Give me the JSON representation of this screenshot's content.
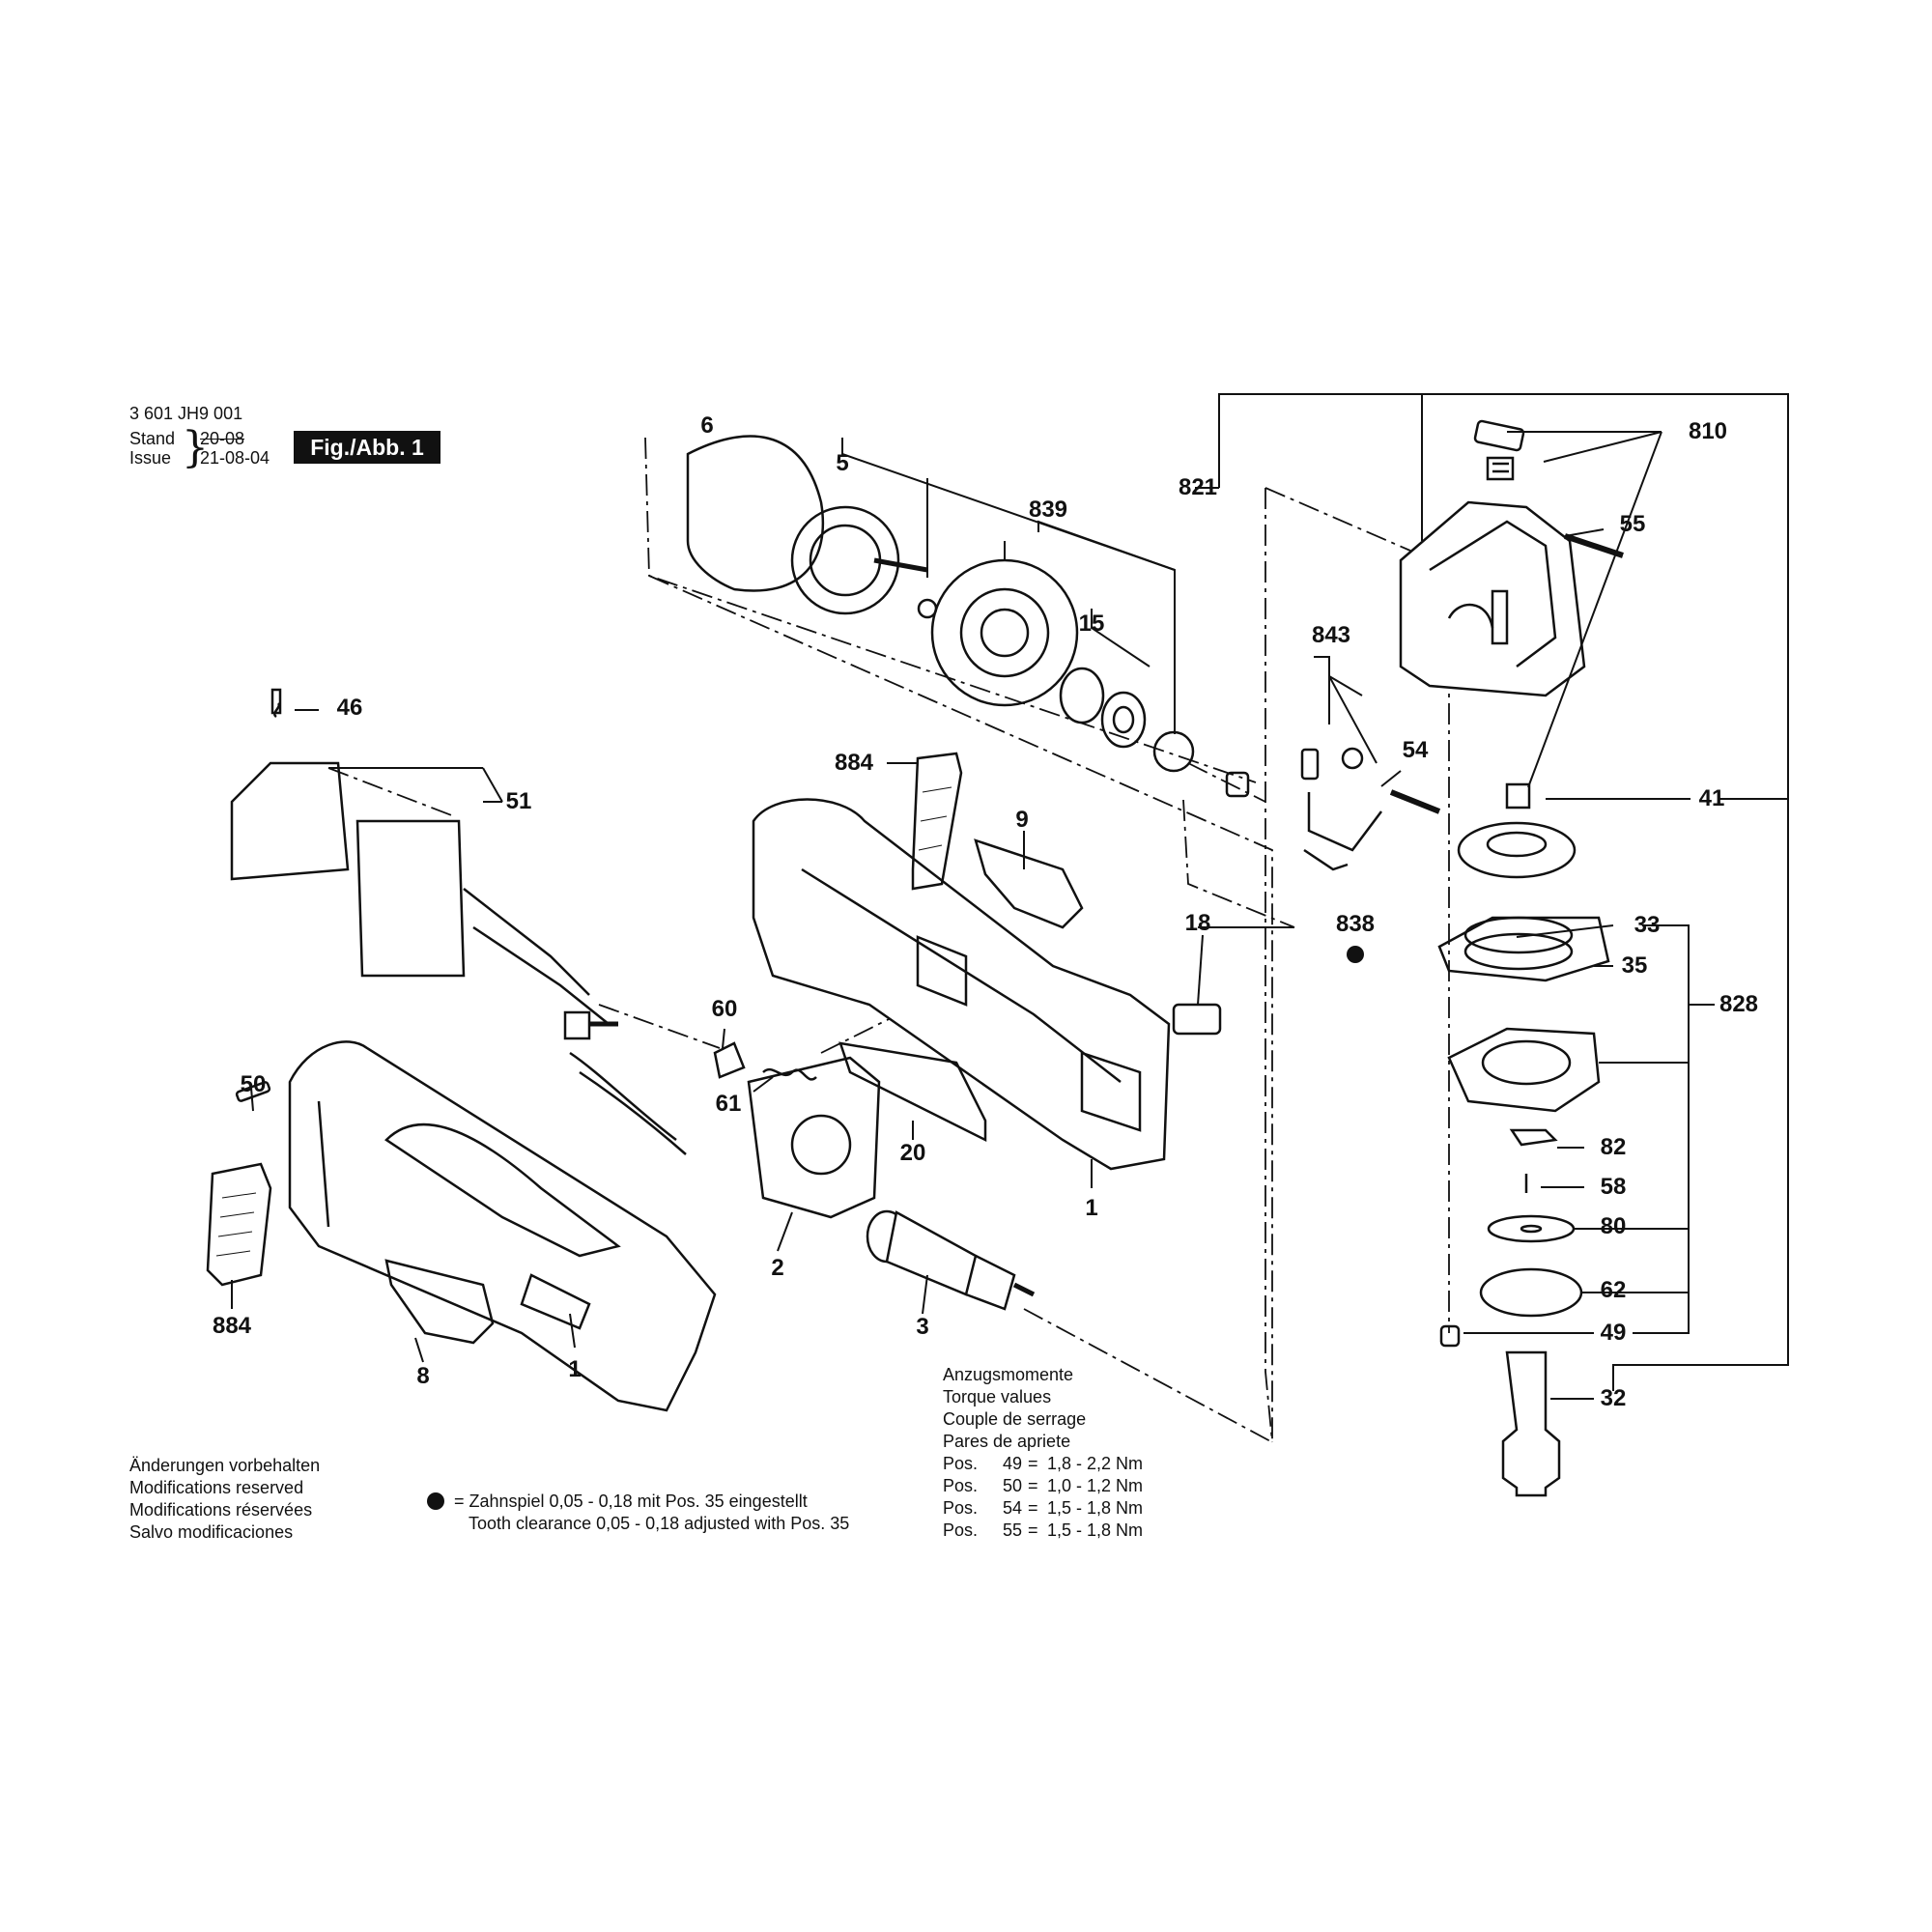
{
  "header": {
    "doc_number": "3 601 JH9 001",
    "stand_label": "Stand",
    "issue_label": "Issue",
    "stand_value": "20-08",
    "issue_value": "21-08-04",
    "figure_badge": "Fig./Abb. 1"
  },
  "part_labels": {
    "p6": "6",
    "p5": "5",
    "p839": "839",
    "p15": "15",
    "p821": "821",
    "p810": "810",
    "p55": "55",
    "p843": "843",
    "p54": "54",
    "p41": "41",
    "p46": "46",
    "p51": "51",
    "p884a": "884",
    "p9": "9",
    "p18": "18",
    "p838": "838",
    "p33": "33",
    "p35": "35",
    "p828": "828",
    "p60": "60",
    "p61": "61",
    "p50": "50",
    "p20": "20",
    "p1a": "1",
    "p82": "82",
    "p58": "58",
    "p80": "80",
    "p62": "62",
    "p49": "49",
    "p32": "32",
    "p2": "2",
    "p3": "3",
    "p884b": "884",
    "p8": "8",
    "p1b": "1"
  },
  "torque": {
    "title_de": "Anzugsmomente",
    "title_en": "Torque values",
    "title_fr": "Couple de serrage",
    "title_es": "Pares de apriete",
    "rows": [
      {
        "pos": "Pos.",
        "num": "49",
        "eq": "=",
        "value": "1,8 - 2,2 Nm"
      },
      {
        "pos": "Pos.",
        "num": "50",
        "eq": "=",
        "value": "1,0 - 1,2 Nm"
      },
      {
        "pos": "Pos.",
        "num": "54",
        "eq": "=",
        "value": "1,5 - 1,8 Nm"
      },
      {
        "pos": "Pos.",
        "num": "55",
        "eq": "=",
        "value": "1,5 - 1,8 Nm"
      }
    ]
  },
  "notes": {
    "mods_de": "Änderungen vorbehalten",
    "mods_en": "Modifications reserved",
    "mods_fr": "Modifications réservées",
    "mods_es": "Salvo modificaciones",
    "clearance_de": "= Zahnspiel 0,05 - 0,18 mit Pos. 35 eingestellt",
    "clearance_en": "Tooth clearance 0,05 - 0,18 adjusted with Pos. 35"
  }
}
